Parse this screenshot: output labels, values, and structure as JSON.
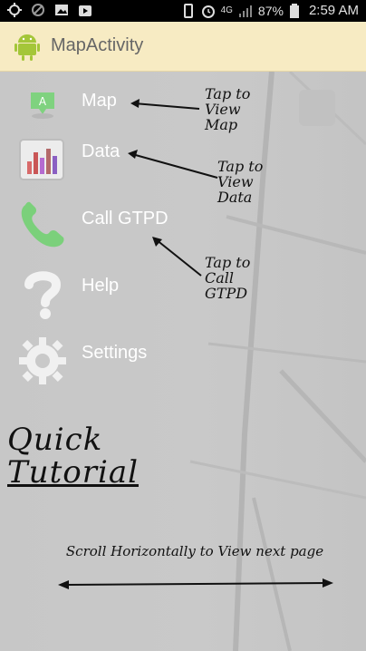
{
  "status_bar": {
    "battery": "87%",
    "time": "2:59 AM",
    "network": "4G"
  },
  "action_bar": {
    "title": "MapActivity"
  },
  "menu": {
    "items": [
      {
        "label": "Map",
        "icon": "map-marker-icon"
      },
      {
        "label": "Data",
        "icon": "bar-chart-icon"
      },
      {
        "label": "Call GTPD",
        "icon": "phone-icon"
      },
      {
        "label": "Help",
        "icon": "question-mark-icon"
      },
      {
        "label": "Settings",
        "icon": "gear-icon"
      }
    ]
  },
  "annotations": {
    "map": [
      "Tap to",
      "View",
      "Map"
    ],
    "data": [
      "Tap to",
      "View",
      "Data"
    ],
    "call": [
      "Tap to",
      "Call",
      "GTPD"
    ],
    "tutorial_line1": "Quick",
    "tutorial_line2": "Tutorial",
    "scroll_hint": "Scroll Horizontally to View next page"
  },
  "colors": {
    "action_bar_bg": "#f7ebc3",
    "overlay_bg": "#c9c9c9",
    "menu_text": "#ffffff",
    "phone_green": "#7bd07b"
  }
}
